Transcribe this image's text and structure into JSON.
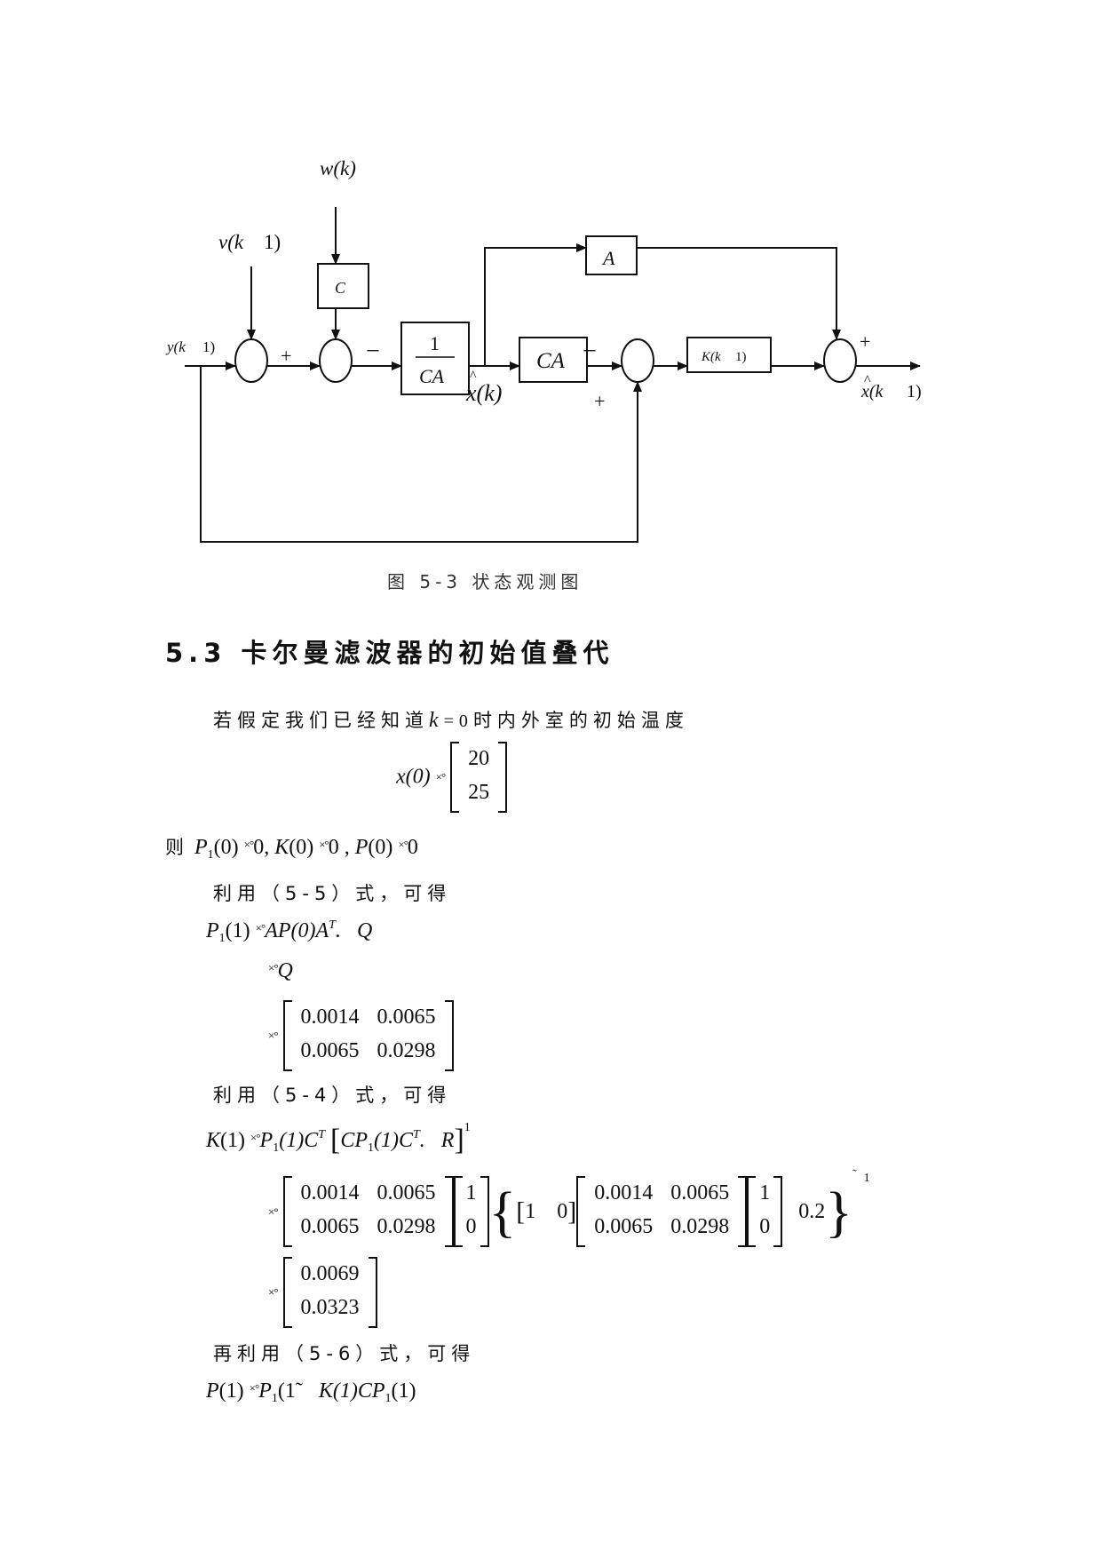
{
  "diagram": {
    "labels": {
      "w_k": "w(k)",
      "v_k": "v(k",
      "v_k1": "1)",
      "y_k": "y(k",
      "y_k1": "1)",
      "c_box": "C",
      "a_box": "A",
      "ca_box": "CA",
      "frac_num": "1",
      "frac_den": "CA",
      "k_box": "K(k",
      "k_box1": "1)",
      "hat": "^",
      "xhat_k": "x(k)",
      "xhat_k1_a": "x(k",
      "xhat_k1_b": "1)",
      "plus": "+",
      "minus": "−"
    }
  },
  "caption": "图 5-3 状态观测图",
  "heading": "5.3 卡尔曼滤波器的初始值叠代",
  "para1": {
    "before": "若假定我们已经知道",
    "var": "k",
    "eq": "=0",
    "after": "时内外室的初始温度"
  },
  "x0": {
    "lhs": "x(0)",
    "eqsym": "×°",
    "values": [
      "20",
      "25"
    ]
  },
  "then_line": {
    "ze": "则",
    "p1": "P",
    "p1sub": "1",
    "p1arg": "(0)",
    "eqsym": "×°",
    "p1val": "0,",
    "k": "K",
    "karg": "(0)",
    "kval": "0 ,",
    "p": "P",
    "parg": "(0)",
    "pval": "0"
  },
  "use55": "利用（5-5）式，可得",
  "p11": {
    "lhs": "P",
    "lhssub": "1",
    "lhsarg": "(1)",
    "eqsym": "×°",
    "rhs": "AP(0)A",
    "rhssup": "T",
    "rhsend": ".   Q",
    "step2": "Q",
    "matrix": [
      [
        "0.0014",
        "0.0065"
      ],
      [
        "0.0065",
        "0.0298"
      ]
    ]
  },
  "use54": "利用（5-4）式，可得",
  "k1": {
    "lhs": "K",
    "lhsarg": "(1)",
    "eqsym": "×°",
    "rhs_a": "P",
    "rhs_a_sub": "1",
    "rhs_a_arg": "(1)C",
    "rhs_a_sup": "T",
    "rhs_b": "CP",
    "rhs_b_sub": "1",
    "rhs_b_arg": "(1)C",
    "rhs_b_sup": "T",
    "rhs_b_end": ".   R",
    "exp": "1",
    "m1": [
      [
        "0.0014",
        "0.0065"
      ],
      [
        "0.0065",
        "0.0298"
      ]
    ],
    "v1": [
      "1",
      "0"
    ],
    "row": [
      "1",
      "0"
    ],
    "m2": [
      [
        "0.0014",
        "0.0065"
      ],
      [
        "0.0065",
        "0.0298"
      ]
    ],
    "v2": [
      "1",
      "0"
    ],
    "tail": "0.2",
    "tilde": "˜",
    "result": [
      "0.0069",
      "0.0323"
    ]
  },
  "use56": "再利用（5-6）式，可得",
  "p1final": {
    "lhs": "P",
    "lhsarg": "(1)",
    "eqsym": "×°",
    "rhs_a": "P",
    "rhs_a_sub": "1",
    "rhs_a_arg": "(1˜",
    "rhs_b": "K(1)CP",
    "rhs_b_sub": "1",
    "rhs_b_arg": "(1)"
  }
}
